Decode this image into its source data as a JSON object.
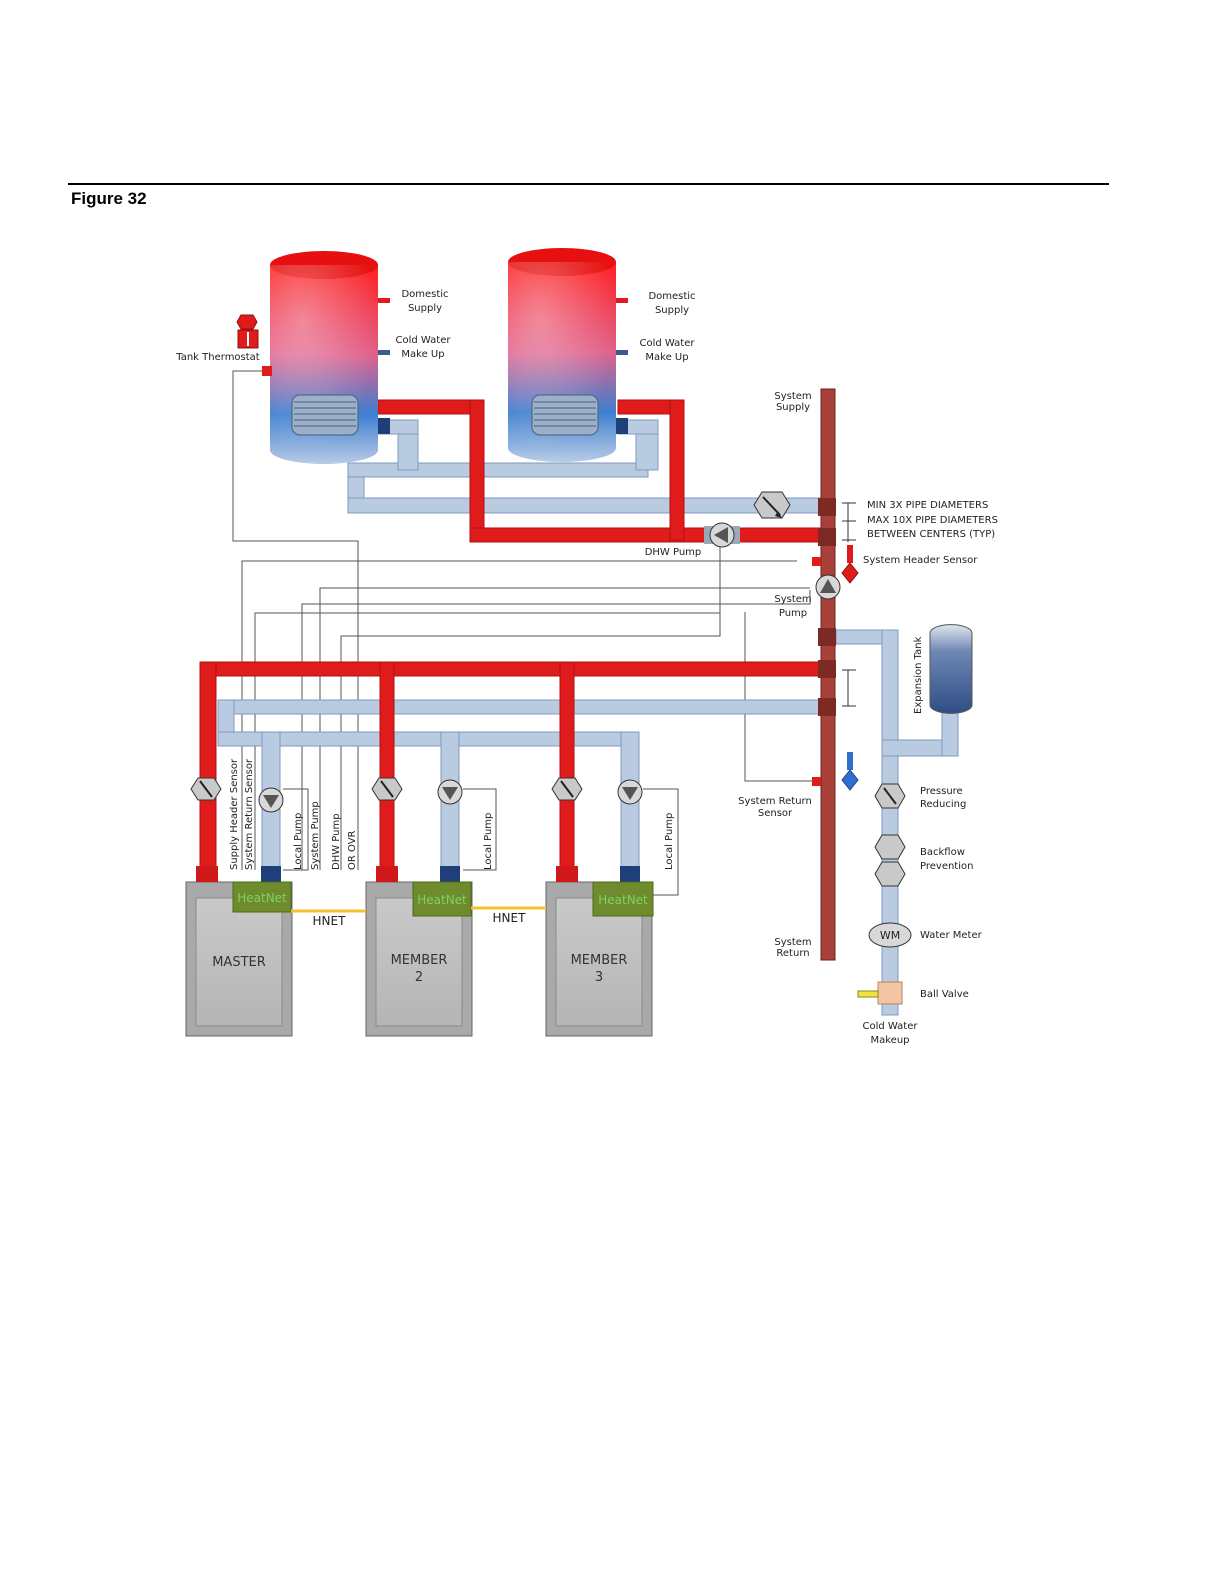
{
  "figure": {
    "title": "Figure 32"
  },
  "tanks": [
    {
      "supply": [
        "Domestic",
        "Supply"
      ],
      "cold": [
        "Cold Water",
        "Make Up"
      ]
    },
    {
      "supply": [
        "Domestic",
        "Supply"
      ],
      "cold": [
        "Cold Water",
        "Make Up"
      ]
    }
  ],
  "labels": {
    "tank_thermostat": "Tank Thermostat",
    "system_supply": [
      "System",
      "Supply"
    ],
    "pipe_spacing": [
      "MIN 3X PIPE DIAMETERS",
      "MAX 10X PIPE DIAMETERS",
      "BETWEEN CENTERS (TYP)"
    ],
    "dhw_pump": "DHW Pump",
    "system_header_sensor": "System  Header Sensor",
    "system_pump": [
      "System",
      "Pump"
    ],
    "expansion_tank": "Expansion Tank",
    "system_return_sensor": [
      "System Return",
      "Sensor"
    ],
    "pressure_reducing": [
      "Pressure",
      "Reducing"
    ],
    "backflow_prevention": [
      "Backflow",
      "Prevention"
    ],
    "water_meter": "Water Meter",
    "wm": "WM",
    "system_return": [
      "System",
      "Return"
    ],
    "ball_valve": "Ball Valve",
    "cold_water_makeup": [
      "Cold Water",
      "Makeup"
    ]
  },
  "wiring_labels": {
    "supply_header_sensor": "Supply Header Sensor",
    "system_return_sensor": "System Return Sensor",
    "local_pump": "Local Pump",
    "system_pump": "System Pump",
    "dhw_pump": "DHW Pump",
    "or_ovr": "OR OVR"
  },
  "boilers": [
    {
      "name": [
        "MASTER",
        ""
      ],
      "board": "HeatNet"
    },
    {
      "name": [
        "MEMBER",
        "2"
      ],
      "board": "HeatNet"
    },
    {
      "name": [
        "MEMBER",
        "3"
      ],
      "board": "HeatNet"
    }
  ],
  "hnet": [
    "HNET",
    "HNET"
  ],
  "colors": {
    "supply_pipe": "#e01b1b",
    "return_pipe": "#a9bdd6",
    "header": "#9c3b33",
    "hnet_cable": "#f3c22c",
    "board": "#6e8b2e"
  }
}
